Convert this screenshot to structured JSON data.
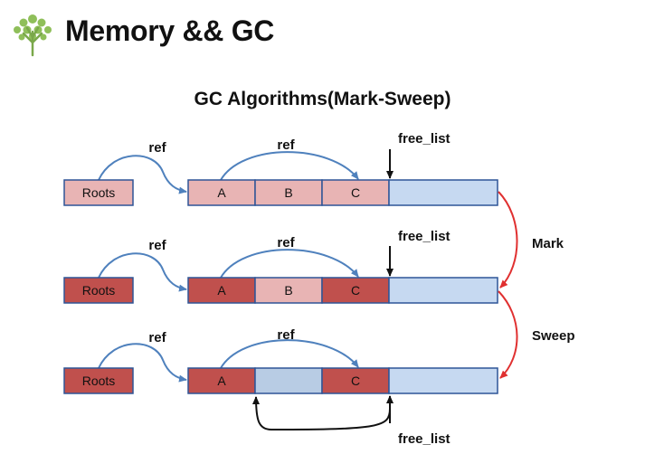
{
  "header": {
    "title": "Memory && GC",
    "logo_icon": "tree-icon"
  },
  "diagram": {
    "title": "GC Algorithms(Mark-Sweep)",
    "colors": {
      "unmarked": "#e8b4b4",
      "marked": "#c0504d",
      "free": "#c6d9f1",
      "border": "#2f5597",
      "ref_arrow": "#4f81bd",
      "phase_arrow": "#e03030"
    },
    "rows": [
      {
        "roots_label": "Roots",
        "roots_state": "unmarked",
        "ref_root_label": "ref",
        "ref_obj_label": "ref",
        "cells": [
          {
            "label": "A",
            "state": "unmarked"
          },
          {
            "label": "B",
            "state": "unmarked"
          },
          {
            "label": "C",
            "state": "unmarked"
          }
        ],
        "free_list_label": "free_list"
      },
      {
        "roots_label": "Roots",
        "roots_state": "marked",
        "ref_root_label": "ref",
        "ref_obj_label": "ref",
        "cells": [
          {
            "label": "A",
            "state": "marked"
          },
          {
            "label": "B",
            "state": "unmarked"
          },
          {
            "label": "C",
            "state": "marked"
          }
        ],
        "free_list_label": "free_list"
      },
      {
        "roots_label": "Roots",
        "roots_state": "marked",
        "ref_root_label": "ref",
        "ref_obj_label": "ref",
        "cells": [
          {
            "label": "A",
            "state": "marked"
          },
          {
            "label": "",
            "state": "free"
          },
          {
            "label": "C",
            "state": "marked"
          }
        ],
        "free_list_label": "free_list"
      }
    ],
    "phases": [
      {
        "label": "Mark"
      },
      {
        "label": "Sweep"
      }
    ]
  }
}
